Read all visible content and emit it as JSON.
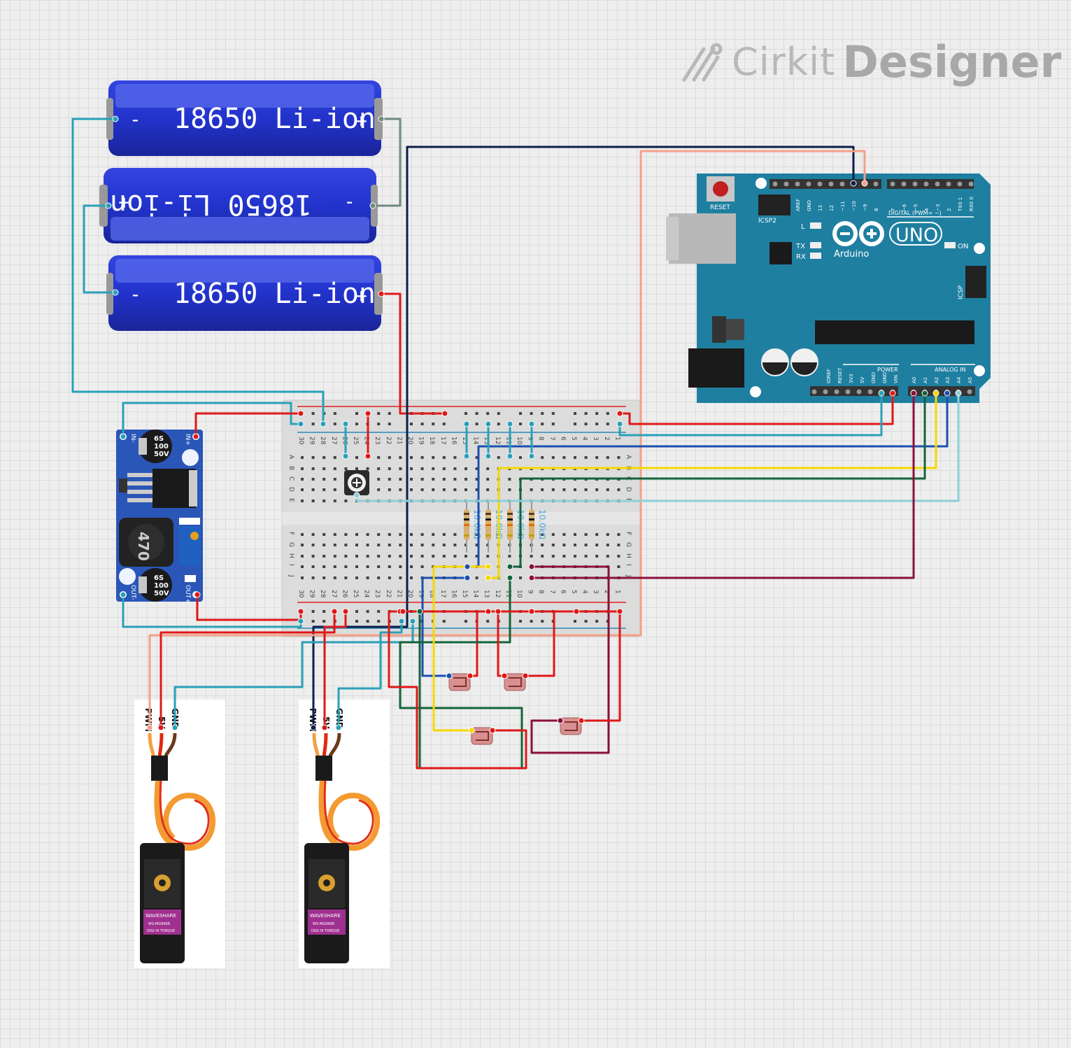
{
  "app": {
    "logo_word1": "Cirkit",
    "logo_word2": "Designer"
  },
  "batteries": [
    {
      "label": "18650 Li-ion",
      "neg": "-",
      "pos": "+",
      "flipped": false
    },
    {
      "label": "18650 Li-ion",
      "neg": "-",
      "pos": "+",
      "flipped": true
    },
    {
      "label": "18650 Li-ion",
      "neg": "-",
      "pos": "+",
      "flipped": false
    }
  ],
  "buck_converter": {
    "cap_top": [
      "6S",
      "100",
      "50V"
    ],
    "cap_bottom": [
      "6S",
      "100",
      "50V"
    ],
    "inductor": "470",
    "pins": {
      "in_neg": "IN-",
      "in_pos": "IN+",
      "out_neg": "OUT-",
      "out_pos": "OUT+"
    }
  },
  "breadboard": {
    "columns_top": [
      "30",
      "29",
      "28",
      "27",
      "26",
      "25",
      "24",
      "23",
      "22",
      "21",
      "20",
      "19",
      "18",
      "17",
      "16",
      "15",
      "14",
      "13",
      "12",
      "11",
      "10",
      "9",
      "8",
      "7",
      "6",
      "5",
      "4",
      "3",
      "2",
      "1"
    ],
    "rows_top": [
      "A",
      "B",
      "C",
      "D",
      "E"
    ],
    "rows_bottom": [
      "F",
      "G",
      "H",
      "I",
      "J"
    ]
  },
  "resistors": [
    {
      "label": "10.0kΩ"
    },
    {
      "label": "10.0kΩ"
    },
    {
      "label": "10.0kΩ"
    },
    {
      "label": "10.0kΩ"
    }
  ],
  "arduino": {
    "model": "UNO",
    "brand": "Arduino",
    "reset": "RESET",
    "icsp2": "ICSP2",
    "icsp": "ICSP",
    "l": "L",
    "tx": "TX",
    "rx": "RX",
    "on": "ON",
    "digital_label": "DIGITAL (PWM= ~)",
    "digital_pins": [
      "AREF",
      "GND",
      "13",
      "12",
      "~11",
      "~10",
      "~9",
      "8",
      "7",
      "~6",
      "~5",
      "4",
      "~3",
      "2",
      "TX0 1",
      "RX0 0"
    ],
    "power_label": "POWER",
    "power_pins": [
      "IOREF",
      "RESET",
      "3V3",
      "5V",
      "GND",
      "GND",
      "VIN"
    ],
    "analog_label": "ANALOG IN",
    "analog_pins": [
      "A0",
      "A1",
      "A2",
      "A3",
      "A4",
      "A5"
    ]
  },
  "servos": [
    {
      "pins": [
        "PWM",
        "5V",
        "GND"
      ],
      "brand": "WAVESHARE",
      "model": "WS-MG996R",
      "tag": "DIGI HI TORQUE"
    },
    {
      "pins": [
        "PWM",
        "5V",
        "GND"
      ],
      "brand": "WAVESHARE",
      "model": "WS-MG996R",
      "tag": "DIGI HI TORQUE"
    }
  ],
  "colors": {
    "wire_red": "#e01818",
    "wire_teal": "#2aa0b8",
    "wire_navy": "#0b1f4a",
    "wire_salmon": "#f4a088",
    "wire_blue": "#1c4fb0",
    "wire_yellow": "#f5d800",
    "wire_green": "#12643a",
    "wire_lightblue": "#8fd0d8",
    "wire_maroon": "#8a0f3a",
    "wire_gray": "#6f8a80",
    "arduino_teal": "#1f7fa0",
    "battery_blue": "#2233cc",
    "buck_blue": "#2a56b8"
  }
}
